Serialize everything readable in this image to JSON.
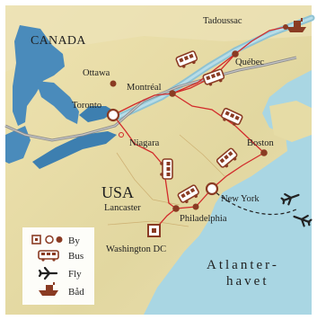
{
  "map": {
    "country_labels": {
      "canada": "CANADA",
      "usa": "USA"
    },
    "sea_label": {
      "line1": "Atlanter-",
      "line2": "havet"
    },
    "cities": {
      "tadoussac": "Tadoussac",
      "quebec": "Québec",
      "montreal": "Montréal",
      "ottawa": "Ottawa",
      "toronto": "Toronto",
      "niagara": "Niagara",
      "boston": "Boston",
      "new_york": "New York",
      "lancaster": "Lancaster",
      "philadelphia": "Philadelphia",
      "washington": "Washington DC"
    }
  },
  "legend": {
    "by": "By",
    "bus": "Bus",
    "fly": "Fly",
    "boat": "Båd"
  },
  "icons": {
    "bus": "bus-icon",
    "plane": "plane-icon",
    "boat": "boat-icon",
    "city_marker": "city-marker-icon"
  },
  "colors": {
    "land": "#e6dca6",
    "land_light": "#efe8c0",
    "water": "#9fd0df",
    "lake": "#3d7fb0",
    "route": "#d22b2b",
    "marker": "#8a3b23",
    "border": "#7a7a7a"
  }
}
